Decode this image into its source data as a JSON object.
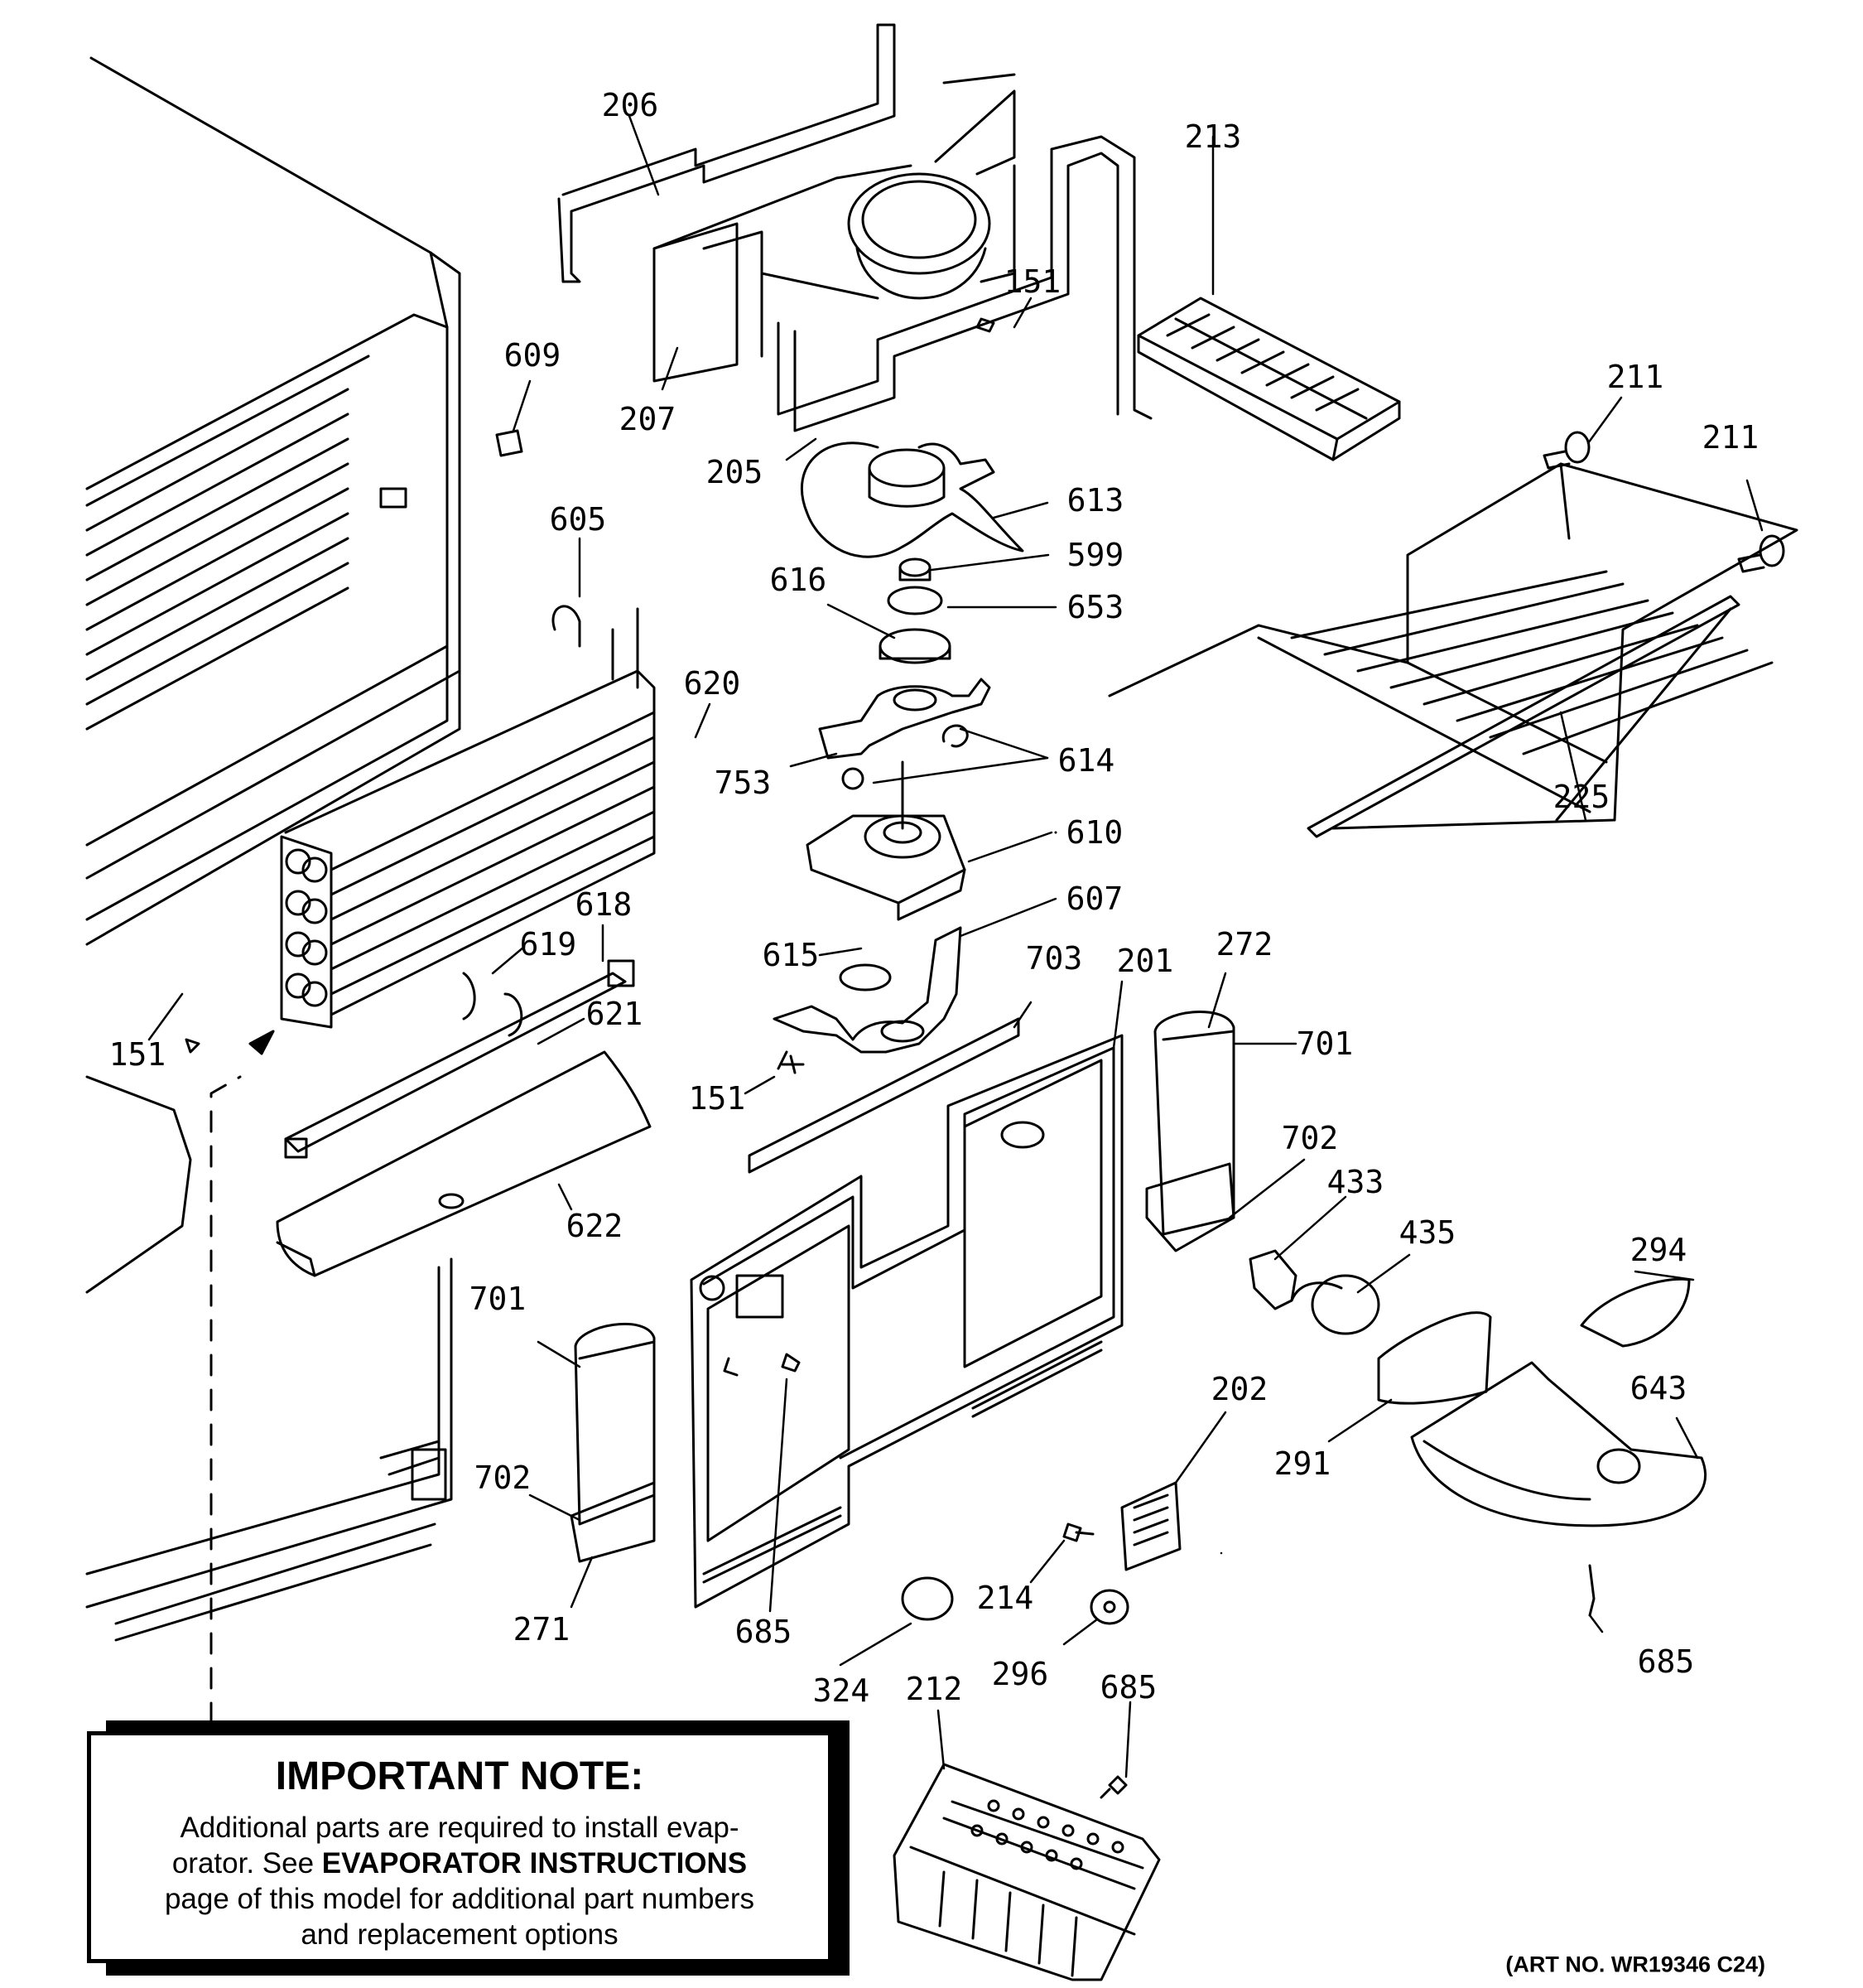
{
  "diagram": {
    "part_labels": [
      "206",
      "213",
      "151",
      "609",
      "207",
      "211",
      "211",
      "205",
      "613",
      "599",
      "605",
      "616",
      "653",
      "620",
      "753",
      "614",
      "225",
      "610",
      "618",
      "607",
      "619",
      "615",
      "703",
      "201",
      "272",
      "701",
      "621",
      "151",
      "151",
      "702",
      "433",
      "435",
      "294",
      "622",
      "701",
      "202",
      "643",
      "291",
      "702",
      "271",
      "685",
      "214",
      "685",
      "296",
      "324",
      "212",
      "685"
    ]
  },
  "note": {
    "title": "IMPORTANT NOTE:",
    "line1_before": "Additional parts are required to install evap-",
    "line2_before": "orator.  See ",
    "line2_emphasis": "EVAPORATOR INSTRUCTIONS",
    "line3": "page of this model for additional part numbers",
    "line4": "and replacement options"
  },
  "art_number": "(ART NO. WR19346 C24)"
}
